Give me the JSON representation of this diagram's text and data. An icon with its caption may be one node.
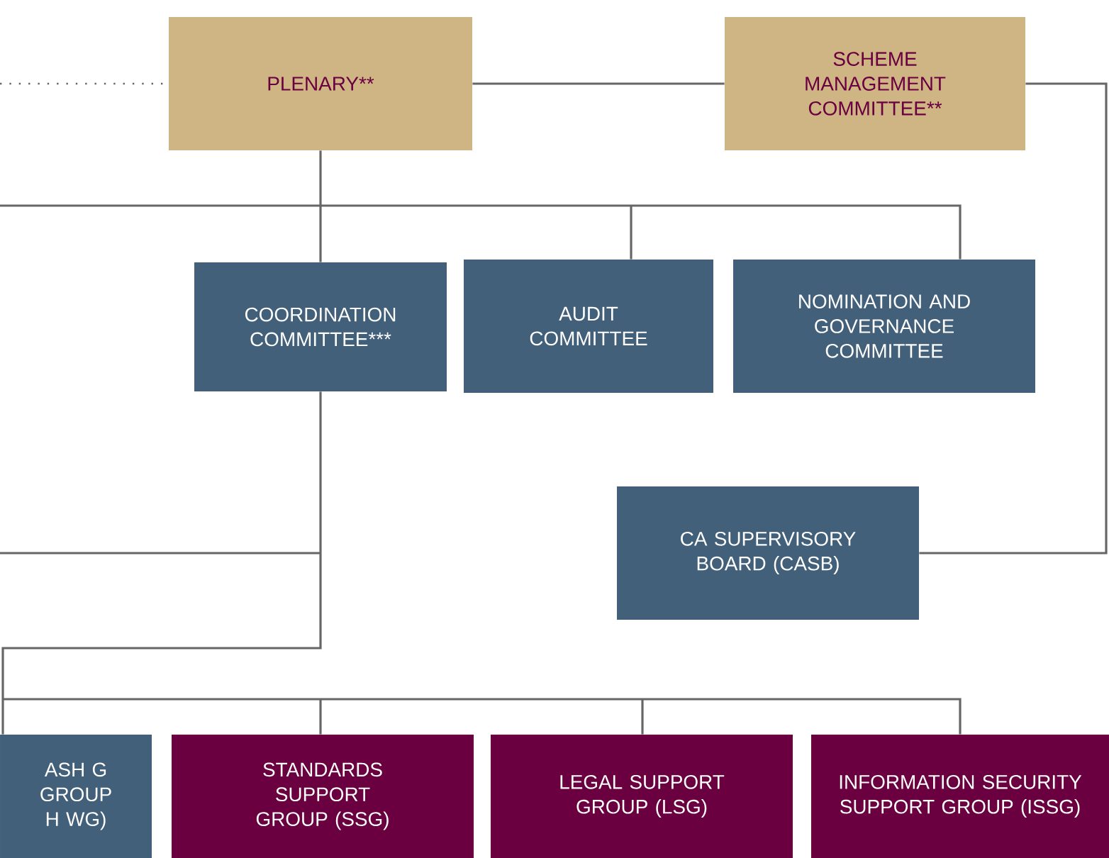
{
  "diagram": {
    "nodes": [
      {
        "text": [
          "PLENARY**"
        ]
      },
      {
        "text": [
          "SCHEME MANAGEMENT COMMITTEE**"
        ]
      },
      {
        "text": [
          "COORDINATION COMMITTEE***"
        ]
      },
      {
        "text": [
          "AUDIT COMMITTEE"
        ]
      },
      {
        "text": [
          "NOMINATION AND GOVERNANCE COMMITTEE"
        ]
      },
      {
        "text": [
          "CA SUPERVISORY BOARD (CASB)"
        ]
      },
      {
        "text": [
          "ASH G GROUP H WG)"
        ]
      },
      {
        "text": [
          "STANDARDS SUPPORT GROUP (SSG)"
        ]
      },
      {
        "text": [
          "LEGAL SUPPORT GROUP (LSG)"
        ]
      },
      {
        "text": [
          "INFORMATION SECURITY SUPPORT GROUP (ISSG)"
        ]
      }
    ],
    "edges": [
      {
        "from": null,
        "to": 0,
        "arrow": "none",
        "style": "dashed"
      },
      {
        "from": 0,
        "to": 1,
        "arrow": "none"
      },
      {
        "from": 0,
        "to": 2,
        "arrow": "none"
      },
      {
        "from": 0,
        "to": 3,
        "arrow": "none"
      },
      {
        "from": 0,
        "to": 4,
        "arrow": "none"
      },
      {
        "from": null,
        "to": 0,
        "arrow": "none"
      },
      {
        "from": 1,
        "to": 5,
        "arrow": "none"
      },
      {
        "from": 2,
        "to": null,
        "arrow": "none"
      },
      {
        "from": 2,
        "to": 6,
        "arrow": "none"
      },
      {
        "from": 2,
        "to": 7,
        "arrow": "none"
      },
      {
        "from": 2,
        "to": 8,
        "arrow": "none"
      },
      {
        "from": 2,
        "to": 9,
        "arrow": "none"
      }
    ]
  }
}
